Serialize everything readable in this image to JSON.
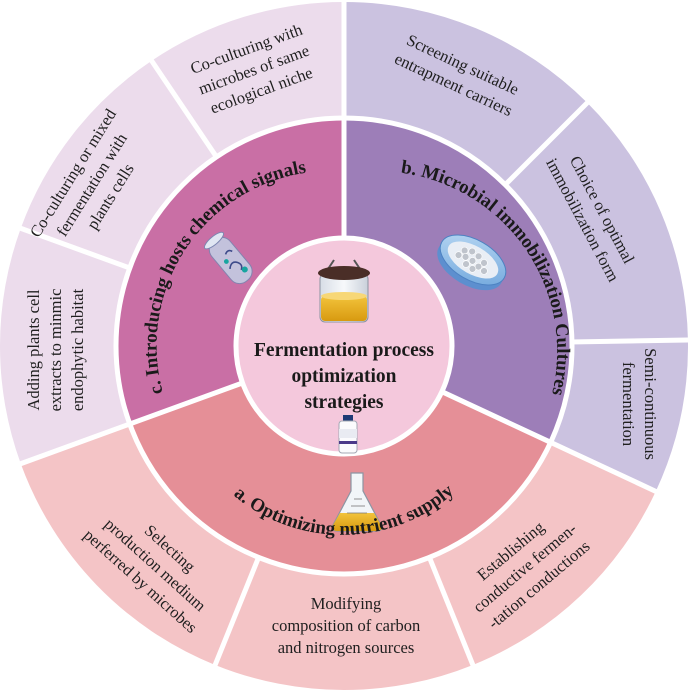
{
  "center": {
    "lines": [
      "Fermentation process",
      "optimization",
      "strategies"
    ]
  },
  "sectors": {
    "a": {
      "label": "a. Optimizing nutrient supply",
      "color": "#e58f97"
    },
    "b": {
      "label": "b. Microbial immobilization  Cultures",
      "color": "#9d7eb8"
    },
    "c": {
      "label": "c. Introducing hosts chemical signals",
      "color": "#c96fa5"
    }
  },
  "outer": {
    "a1": {
      "lines": [
        "Selecting",
        "production medium",
        "perferred by microbes"
      ],
      "color": "#f4c4c6"
    },
    "a2": {
      "lines": [
        "Modifying",
        "composition of carbon",
        "and nitrogen sources"
      ],
      "color": "#f4c4c6"
    },
    "a3": {
      "lines": [
        "Establishing",
        "conductive fermen-",
        "-tation conductions"
      ],
      "color": "#f4c4c6"
    },
    "b1": {
      "lines": [
        "Screening  suitable",
        "entrapment carriers"
      ],
      "color": "#cbc2e0"
    },
    "b2": {
      "lines": [
        "Choice of optimal",
        "immobilization form"
      ],
      "color": "#cbc2e0"
    },
    "b3": {
      "lines": [
        "Semi-continuous",
        "fermentation"
      ],
      "color": "#cbc2e0"
    },
    "c1": {
      "lines": [
        "Adding plants cell",
        "extracts to minmic",
        "endophytic habitat"
      ],
      "color": "#ecdcec"
    },
    "c2": {
      "lines": [
        "Co-culturing or mixed",
        "fermentation with",
        "plants cells"
      ],
      "color": "#ecdcec"
    },
    "c3": {
      "lines": [
        "Co-culturing with",
        "microbes of same",
        "ecological niche"
      ],
      "color": "#ecdcec"
    }
  },
  "colors": {
    "center_fill": "#f4c8dc",
    "separator": "#ffffff"
  }
}
